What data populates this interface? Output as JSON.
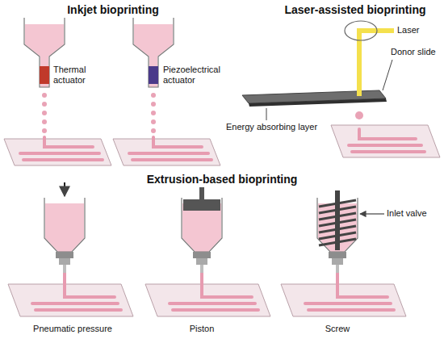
{
  "diagram": {
    "labels": [
      "Inkjet bioprinting",
      "Laser-assisted bioprinting",
      "Thermal actuator",
      "Piezoelectrical actuator",
      "Laser",
      "Donor slide",
      "Energy absorbing layer",
      "Extrusion-based bioprinting",
      "Inlet valve",
      "Pneumatic pressure",
      "Piston",
      "Screw"
    ]
  }
}
